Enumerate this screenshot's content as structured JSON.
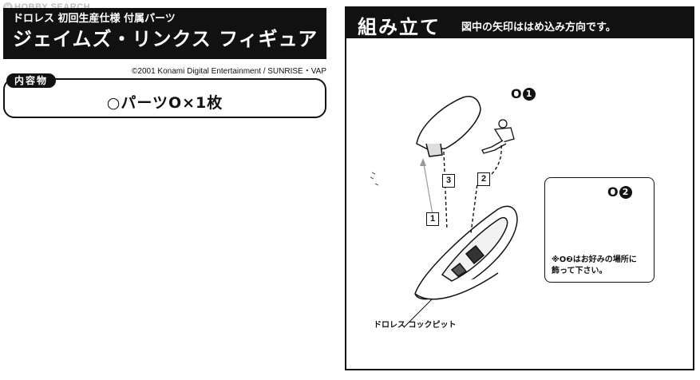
{
  "watermark": {
    "text": "HOBBY SEARCH"
  },
  "title": {
    "subtitle": "ドロレス 初回生産仕様 付属パーツ",
    "main": "ジェイムズ・リンクス フィギュア"
  },
  "copyright": "©2001 Konami Digital Entertainment / SUNRISE・VAP",
  "contents": {
    "tab_label": "内容物",
    "text": "○パーツO×1枚"
  },
  "assembly": {
    "title": "組み立て",
    "note": "図中の矢印ははめ込み方向です。",
    "callout_1": {
      "prefix": "O",
      "number": "1"
    },
    "callout_2": {
      "prefix": "O",
      "number": "2"
    },
    "steps": [
      "1",
      "2",
      "3"
    ],
    "inset_note_line1": "※O❷はお好みの場所に",
    "inset_note_line2": "飾って下さい。",
    "cockpit_label": "ドロレス コックピット"
  },
  "colors": {
    "ink": "#111111",
    "paper": "#ffffff",
    "watermark": "#bdbdbd"
  }
}
